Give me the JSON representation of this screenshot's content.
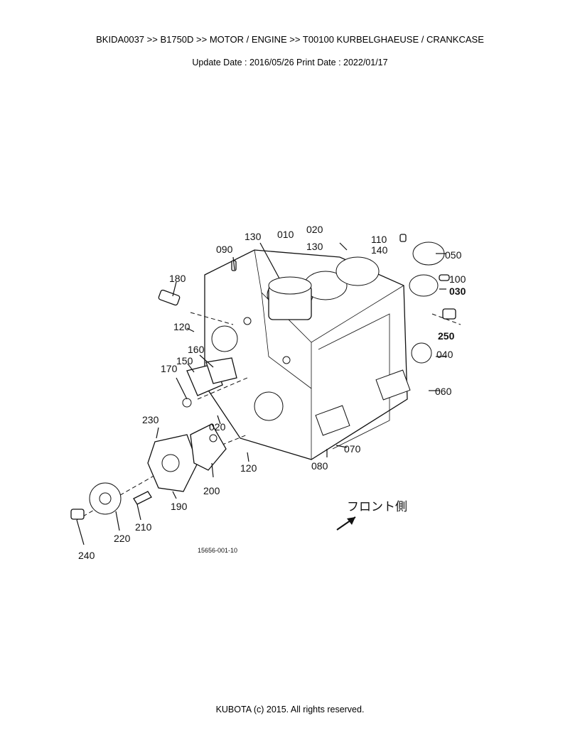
{
  "header": {
    "breadcrumb": "BKIDA0037 >> B1750D >> MOTOR / ENGINE >> T00100   KURBELGHAEUSE / CRANKCASE",
    "dates": "Update Date : 2016/05/26   Print Date : 2022/01/17"
  },
  "diagram": {
    "drawing_number": "15656-001-10",
    "front_side_label": "フロント側",
    "callouts": [
      "010",
      "020",
      "130",
      "090",
      "130",
      "110",
      "140",
      "050",
      "100",
      "030",
      "250",
      "180",
      "120",
      "160",
      "150",
      "170",
      "040",
      "060",
      "230",
      "020",
      "120",
      "070",
      "080",
      "200",
      "190",
      "210",
      "220",
      "240"
    ]
  },
  "footer": {
    "copyright": "KUBOTA (c) 2015. All rights reserved."
  }
}
